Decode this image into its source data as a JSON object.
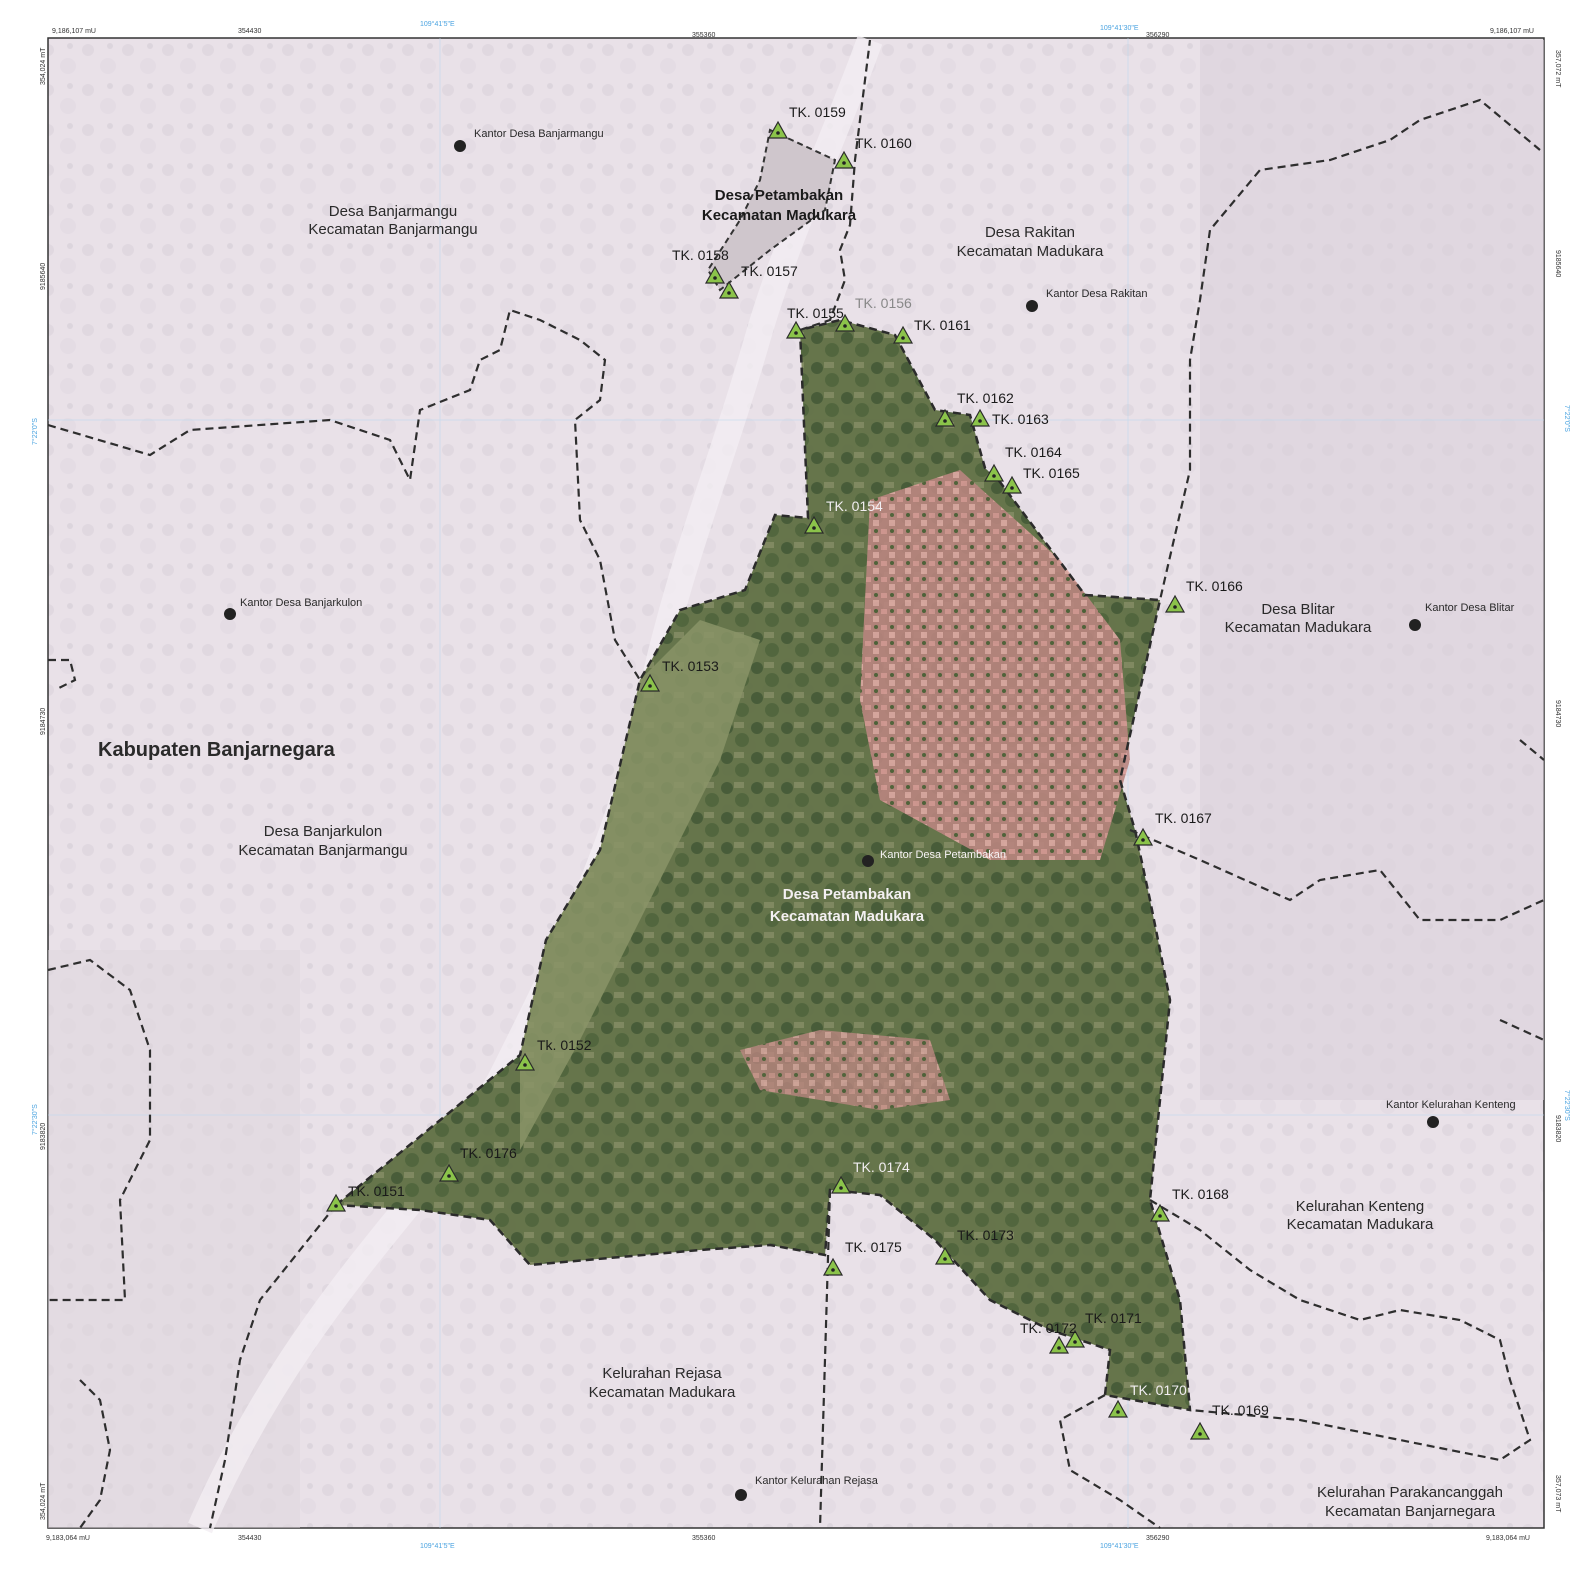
{
  "map": {
    "name_kabupaten": "Kabupaten Banjarnegara",
    "corner_labels": {
      "top_left": "9,186,107 mU",
      "top_right": "9,186,107 mU",
      "bottom_left": "9,183,064 mU",
      "bottom_right": "9,183,064 mU",
      "left_top": "354,024 mT",
      "left_bottom": "354,024 mT",
      "right_top": "357,072 mT",
      "right_bottom": "357,073 mT"
    },
    "easting_ticks": [
      "354430",
      "355360",
      "356290"
    ],
    "northing_ticks": [
      "9185640",
      "9184730",
      "9183820"
    ],
    "longitude_ticks": [
      "109°41'5\"E",
      "109°41'30\"E"
    ],
    "latitude_ticks": [
      "7°22'0\"S",
      "7°22'30\"S"
    ],
    "village_labels": [
      {
        "id": "banjarmangu",
        "line1": "Desa Banjarmangu",
        "line2": "Kecamatan Banjarmangu"
      },
      {
        "id": "petambakan_north",
        "line1": "Desa Petambakan",
        "line2": "Kecamatan Madukara",
        "bold": true
      },
      {
        "id": "rakitan",
        "line1": "Desa Rakitan",
        "line2": "Kecamatan Madukara"
      },
      {
        "id": "blitar",
        "line1": "Desa Blitar",
        "line2": "Kecamatan Madukara"
      },
      {
        "id": "banjarkulon",
        "line1": "Desa Banjarkulon",
        "line2": "Kecamatan Banjarmangu"
      },
      {
        "id": "petambakan_main",
        "line1": "Desa Petambakan",
        "line2": "Kecamatan Madukara",
        "bold": true
      },
      {
        "id": "kenteng",
        "line1": "Kelurahan Kenteng",
        "line2": "Kecamatan Madukara"
      },
      {
        "id": "rejasa",
        "line1": "Kelurahan Rejasa",
        "line2": "Kecamatan Madukara"
      },
      {
        "id": "parakancanggah",
        "line1": "Kelurahan Parakancanggah",
        "line2": "Kecamatan Banjarnegara"
      }
    ],
    "offices": [
      "Kantor Desa Banjarmangu",
      "Kantor Desa Rakitan",
      "Kantor Desa Banjarkulon",
      "Kantor Desa Blitar",
      "Kantor Desa Petambakan",
      "Kantor Kelurahan Kenteng",
      "Kantor Kelurahan Rejasa"
    ],
    "boundary_points": [
      "TK. 0151",
      "Tk. 0152",
      "TK. 0153",
      "TK. 0154",
      "TK. 0155",
      "TK. 0156",
      "TK. 0157",
      "TK. 0158",
      "TK. 0159",
      "TK. 0160",
      "TK. 0161",
      "TK. 0162",
      "TK. 0163",
      "TK. 0164",
      "TK. 0165",
      "TK. 0166",
      "TK. 0167",
      "TK. 0168",
      "TK. 0169",
      "TK. 0170",
      "TK. 0171",
      "TK. 0172",
      "TK. 0173",
      "TK. 0174",
      "TK. 0175",
      "TK. 0176"
    ],
    "colors": {
      "background": "#ece4ea",
      "village_area": "#6b7a4a",
      "settlement": "#c98a8a",
      "boundary": "#333333",
      "marker_fill": "#8bc34a",
      "office_dot": "#222222",
      "latlong_text": "#4aa3e0"
    }
  }
}
